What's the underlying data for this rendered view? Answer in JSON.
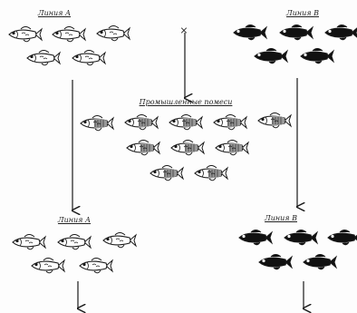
{
  "labels": {
    "line_a_top": "Линия А",
    "line_b_top": "Линия В",
    "cross_mark": "×",
    "hybrids": "Промышленные помеси",
    "line_a_bottom": "Линия А",
    "line_b_bottom": "Линия В"
  },
  "colors": {
    "ink": "#1a1a1a",
    "fill_light": "#ffffff",
    "fill_dark": "#111111",
    "hybrid_shade": "#999999"
  },
  "groups": {
    "line_a_top": {
      "count": 5,
      "style": "light"
    },
    "line_b_top": {
      "count": 5,
      "style": "dark"
    },
    "hybrids": {
      "count": 10,
      "style": "hybrid"
    },
    "line_a_bottom": {
      "count": 5,
      "style": "light"
    },
    "line_b_bottom": {
      "count": 5,
      "style": "dark"
    }
  }
}
